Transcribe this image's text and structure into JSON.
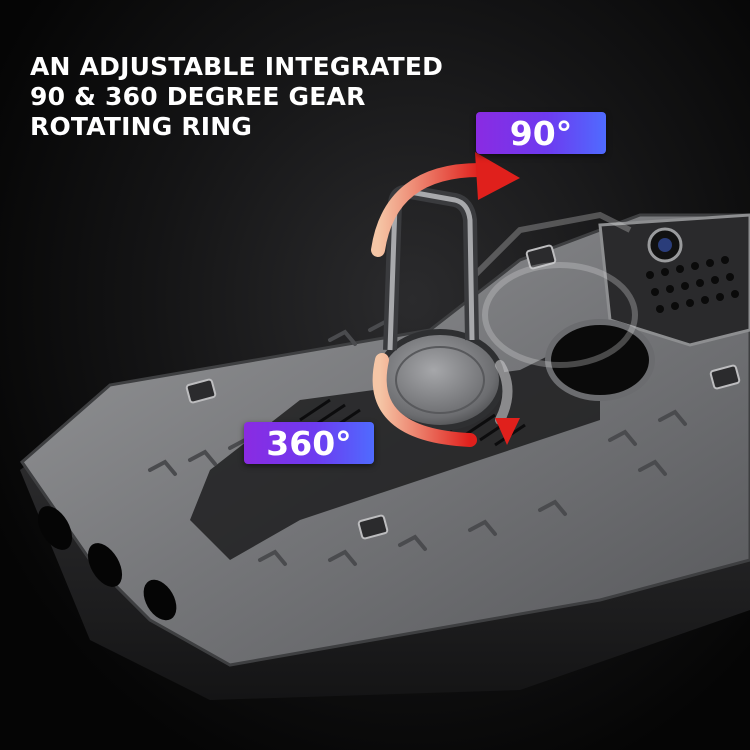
{
  "headline": {
    "line1": "AN ADJUSTABLE INTEGRATED",
    "line2": "90 & 360 DEGREE GEAR",
    "line3": "ROTATING RING"
  },
  "badges": {
    "rotate_90": "90°",
    "rotate_360": "360°"
  },
  "icons": [
    "ring-stand-icon",
    "rotation-arrow-icon",
    "camera-lens-icon"
  ],
  "colors": {
    "badge_start": "#8a2be2",
    "badge_end": "#4f6bff",
    "arrow_start": "#f1a27a",
    "arrow_end": "#e0201c",
    "case_gray": "#7a7b7d"
  }
}
